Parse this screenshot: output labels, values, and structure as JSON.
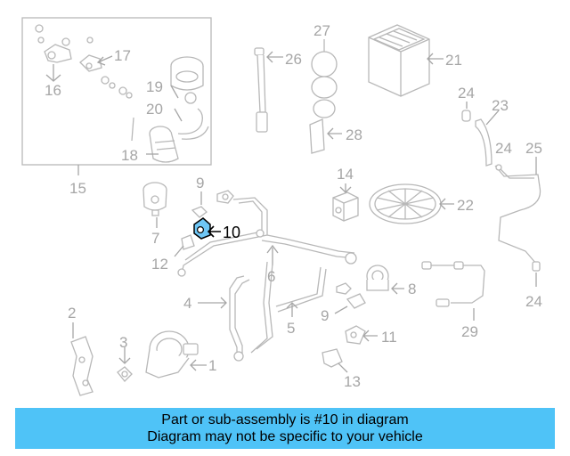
{
  "callouts": {
    "c1": "1",
    "c2": "2",
    "c3": "3",
    "c4": "4",
    "c5": "5",
    "c6": "6",
    "c7": "7",
    "c8": "8",
    "c9a": "9",
    "c9b": "9",
    "c10": "10",
    "c11": "11",
    "c12": "12",
    "c13": "13",
    "c14": "14",
    "c15": "15",
    "c16": "16",
    "c17": "17",
    "c18": "18",
    "c19": "19",
    "c20": "20",
    "c21": "21",
    "c22": "22",
    "c23": "23",
    "c24a": "24",
    "c24b": "24",
    "c24c": "24",
    "c25": "25",
    "c26": "26",
    "c27": "27",
    "c28": "28",
    "c29": "29"
  },
  "highlight": {
    "part_number": "10",
    "color": "#6ec6f5"
  },
  "banner": {
    "line1": "Part or sub-assembly is #10 in diagram",
    "line2": "Diagram may not be specific to your vehicle",
    "background": "#4fc3f7"
  }
}
